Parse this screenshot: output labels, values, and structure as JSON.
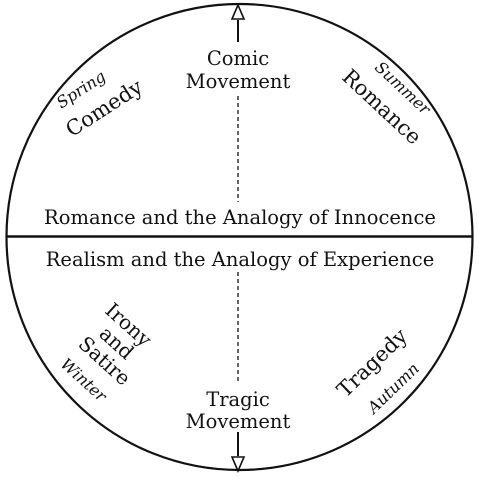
{
  "diagram": {
    "upper_band": "Romance and the Analogy of Innocence",
    "lower_band": "Realism and the Analogy of Experience",
    "comic_movement": [
      "Comic",
      "Movement"
    ],
    "tragic_movement": [
      "Tragic",
      "Movement"
    ],
    "quadrants": {
      "top_left": {
        "genre": "Comedy",
        "season": "Spring"
      },
      "top_right": {
        "genre": "Romance",
        "season": "Summer"
      },
      "bottom_left": {
        "genre": [
          "Irony",
          "and",
          "Satire"
        ],
        "season": "Winter"
      },
      "bottom_right": {
        "genre": "Tragedy",
        "season": "Autumn"
      }
    },
    "colors": {
      "ink": "#111111",
      "background": "#ffffff"
    }
  }
}
